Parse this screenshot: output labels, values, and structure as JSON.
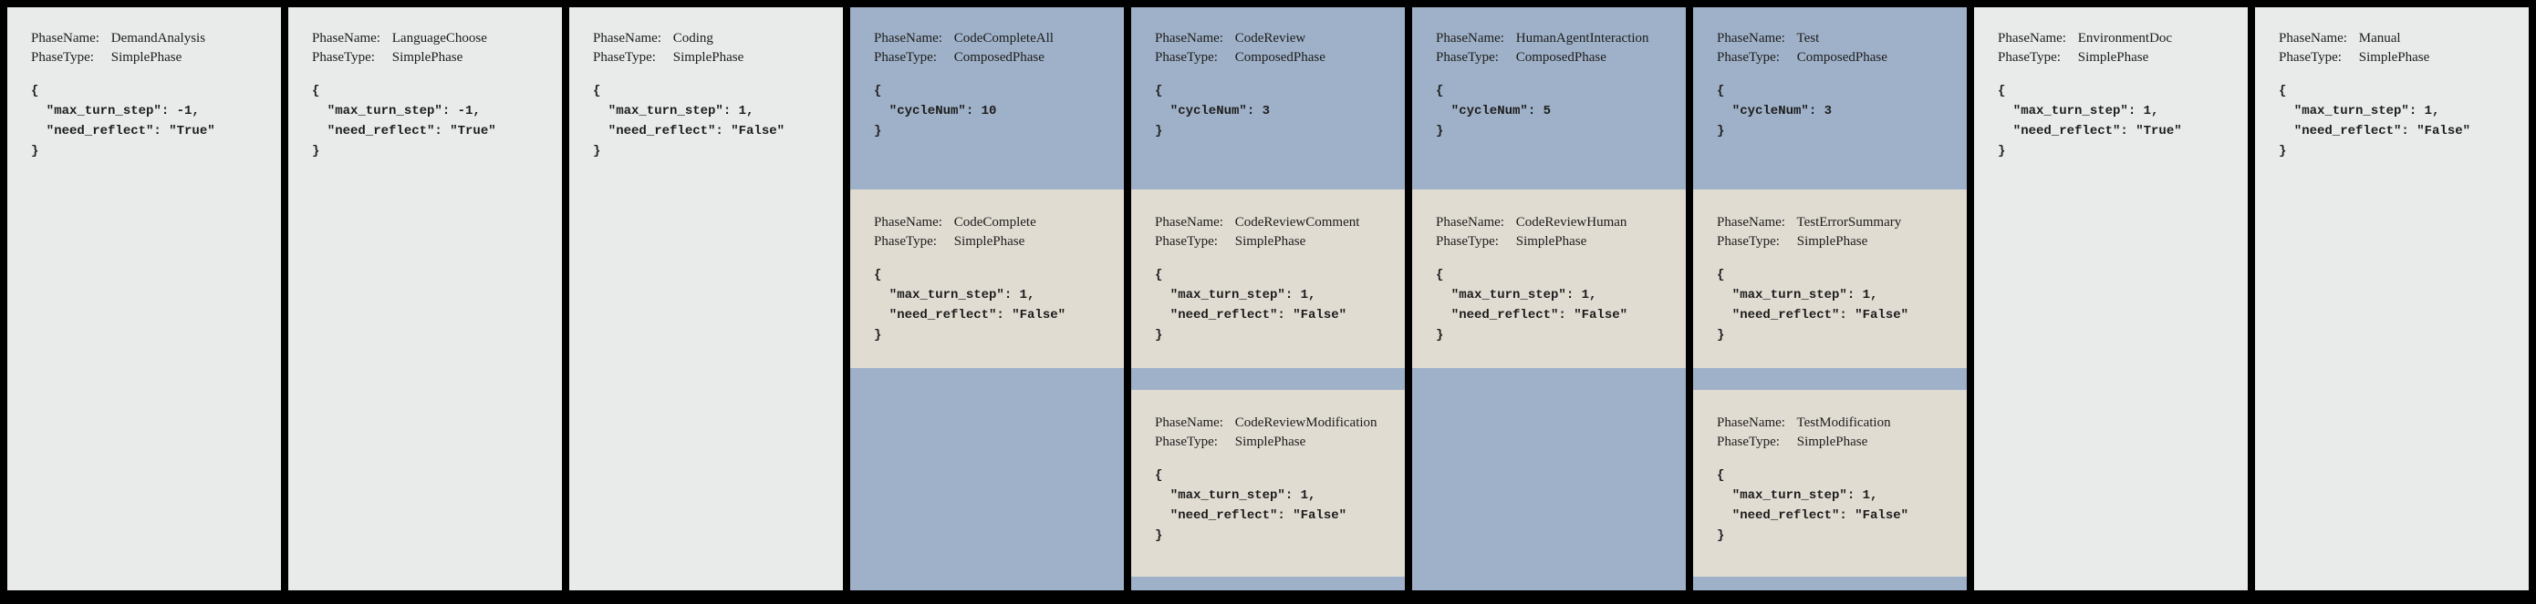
{
  "labels": {
    "phase_name": "PhaseName:",
    "phase_type": "PhaseType:"
  },
  "colors": {
    "page_bg": "#000000",
    "simple_bg": "#e8ebea",
    "composed_bg": "#9fb1c8",
    "child_bg": "#e1dcd2",
    "text": "#1c1c1c"
  },
  "phases": [
    {
      "name": "DemandAnalysis",
      "type": "SimplePhase",
      "config_lines": [
        "{",
        "  \"max_turn_step\": -1,",
        "  \"need_reflect\": \"True\"",
        "}"
      ],
      "children": []
    },
    {
      "name": "LanguageChoose",
      "type": "SimplePhase",
      "config_lines": [
        "{",
        "  \"max_turn_step\": -1,",
        "  \"need_reflect\": \"True\"",
        "}"
      ],
      "children": []
    },
    {
      "name": "Coding",
      "type": "SimplePhase",
      "config_lines": [
        "{",
        "  \"max_turn_step\": 1,",
        "  \"need_reflect\": \"False\"",
        "}"
      ],
      "children": []
    },
    {
      "name": "CodeCompleteAll",
      "type": "ComposedPhase",
      "config_lines": [
        "{",
        "  \"cycleNum\": 10",
        "}"
      ],
      "children": [
        {
          "name": "CodeComplete",
          "type": "SimplePhase",
          "config_lines": [
            "{",
            "  \"max_turn_step\": 1,",
            "  \"need_reflect\": \"False\"",
            "}"
          ]
        }
      ]
    },
    {
      "name": "CodeReview",
      "type": "ComposedPhase",
      "config_lines": [
        "{",
        "  \"cycleNum\": 3",
        "}"
      ],
      "children": [
        {
          "name": "CodeReviewComment",
          "type": "SimplePhase",
          "config_lines": [
            "{",
            "  \"max_turn_step\": 1,",
            "  \"need_reflect\": \"False\"",
            "}"
          ]
        },
        {
          "name": "CodeReviewModification",
          "type": "SimplePhase",
          "config_lines": [
            "{",
            "  \"max_turn_step\": 1,",
            "  \"need_reflect\": \"False\"",
            "}"
          ]
        }
      ]
    },
    {
      "name": "HumanAgentInteraction",
      "type": "ComposedPhase",
      "config_lines": [
        "{",
        "  \"cycleNum\": 5",
        "}"
      ],
      "children": [
        {
          "name": "CodeReviewHuman",
          "type": "SimplePhase",
          "config_lines": [
            "{",
            "  \"max_turn_step\": 1,",
            "  \"need_reflect\": \"False\"",
            "}"
          ]
        }
      ]
    },
    {
      "name": "Test",
      "type": "ComposedPhase",
      "config_lines": [
        "{",
        "  \"cycleNum\": 3",
        "}"
      ],
      "children": [
        {
          "name": "TestErrorSummary",
          "type": "SimplePhase",
          "config_lines": [
            "{",
            "  \"max_turn_step\": 1,",
            "  \"need_reflect\": \"False\"",
            "}"
          ]
        },
        {
          "name": "TestModification",
          "type": "SimplePhase",
          "config_lines": [
            "{",
            "  \"max_turn_step\": 1,",
            "  \"need_reflect\": \"False\"",
            "}"
          ]
        }
      ]
    },
    {
      "name": "EnvironmentDoc",
      "type": "SimplePhase",
      "config_lines": [
        "{",
        "  \"max_turn_step\": 1,",
        "  \"need_reflect\": \"True\"",
        "}"
      ],
      "children": []
    },
    {
      "name": "Manual",
      "type": "SimplePhase",
      "config_lines": [
        "{",
        "  \"max_turn_step\": 1,",
        "  \"need_reflect\": \"False\"",
        "}"
      ],
      "children": []
    }
  ]
}
